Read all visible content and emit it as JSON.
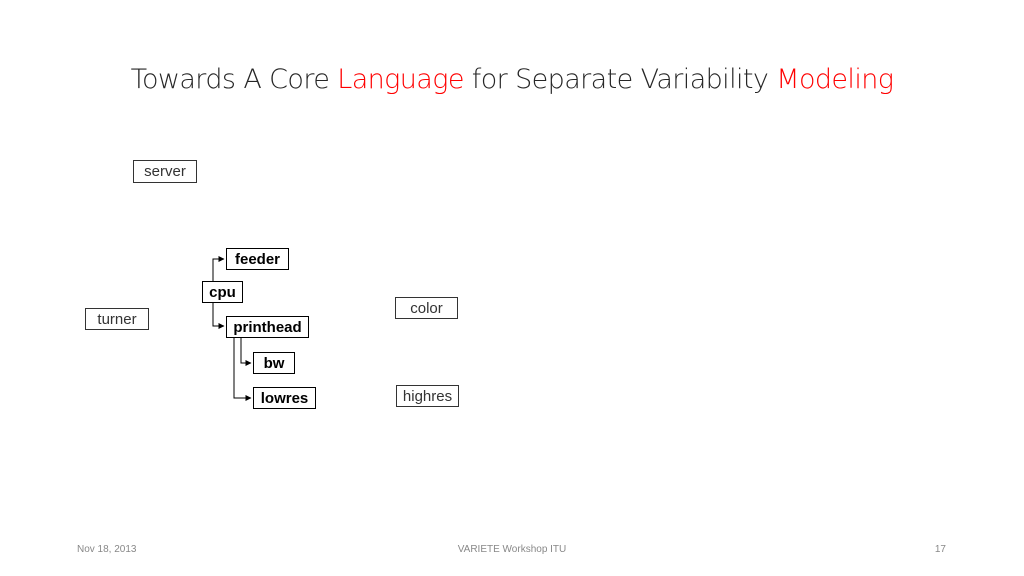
{
  "slide": {
    "title": {
      "part1": "Towards A Core ",
      "accent1": "Language",
      "part2": " for Separate Variability ",
      "accent2": "Modeling"
    },
    "features": {
      "server": "server",
      "turner": "turner",
      "feeder": "feeder",
      "cpu": "cpu",
      "printhead": "printhead",
      "bw": "bw",
      "lowres": "lowres",
      "color": "color",
      "highres": "highres"
    },
    "footer": {
      "date": "Nov 18, 2013",
      "center": "VARIETE Workshop ITU",
      "page": "17"
    },
    "colors": {
      "accent": "#ff0000",
      "title_text": "#262626",
      "footer_text": "#888888"
    }
  }
}
